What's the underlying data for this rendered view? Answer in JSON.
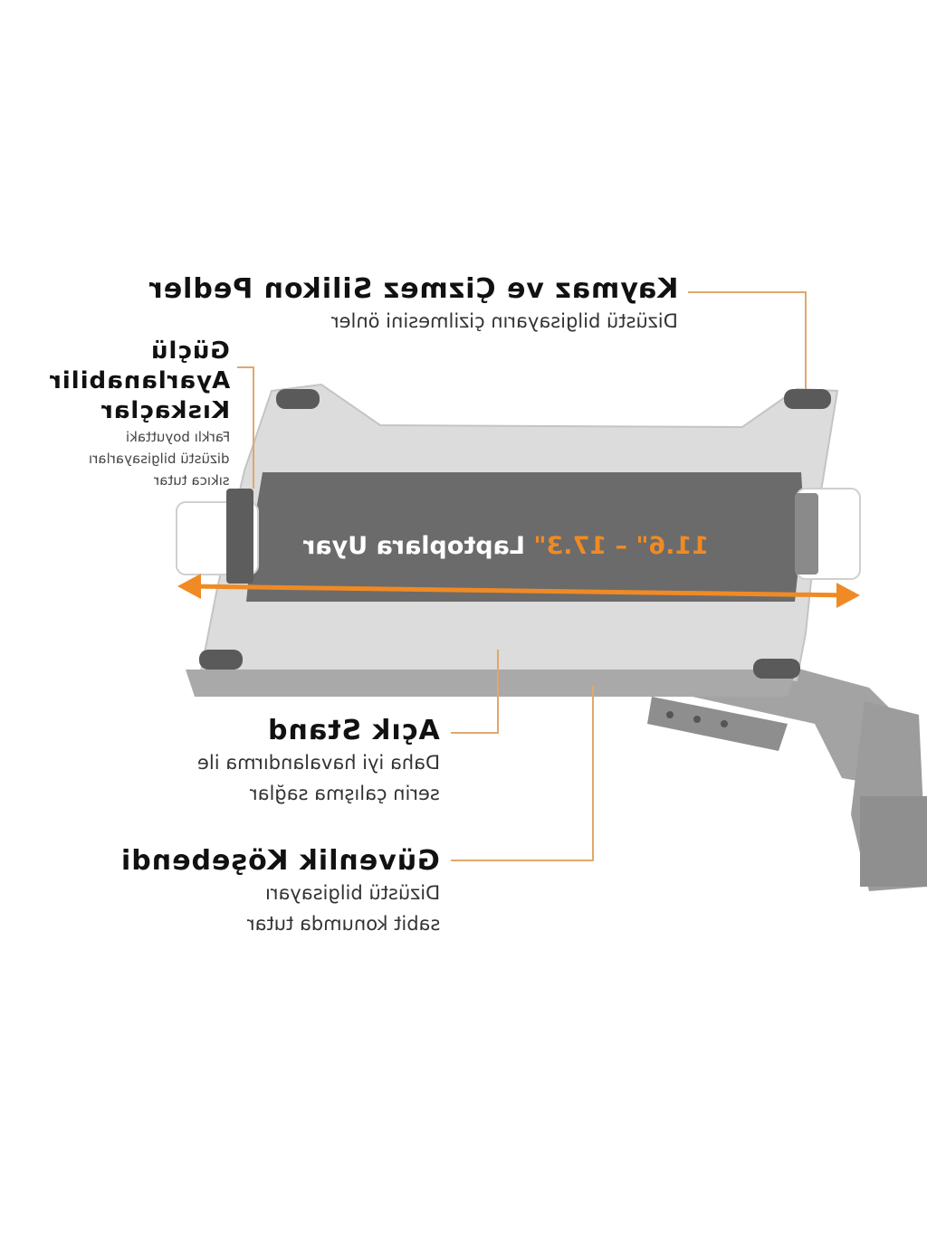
{
  "colors": {
    "accent": "#f08a24",
    "tray": "#6b6b6b",
    "stand": "#d9d9d9",
    "arm": "#9a9a9a",
    "text": "#111111"
  },
  "labels": {
    "pads": {
      "title": "Kaymaz ve Çizmez Silikon Pedler",
      "desc": "Dizüstü bilgisayarın çizilmesini önler"
    },
    "clamps": {
      "title": [
        "Güçlü",
        "Ayarlanabilir",
        "Kıskaçlar"
      ],
      "desc": [
        "Farklı boyuttaki",
        "dizüstü bilgisayarları",
        "sıkıca tutar"
      ]
    },
    "open_stand": {
      "title": "Açık Stand",
      "desc": [
        "Daha iyi havalandırma ile",
        "serin çalışma sağlar"
      ]
    },
    "security": {
      "title": "Güvenlik Köşebendi",
      "desc": [
        "Dizüstü bilgisayarı",
        "sabit konumda tutar"
      ]
    }
  },
  "range": {
    "size": "11.6\" – 17.3\"",
    "text": "Laptoplara Uyar"
  },
  "icons": {
    "arrow": "double-arrow-icon"
  }
}
